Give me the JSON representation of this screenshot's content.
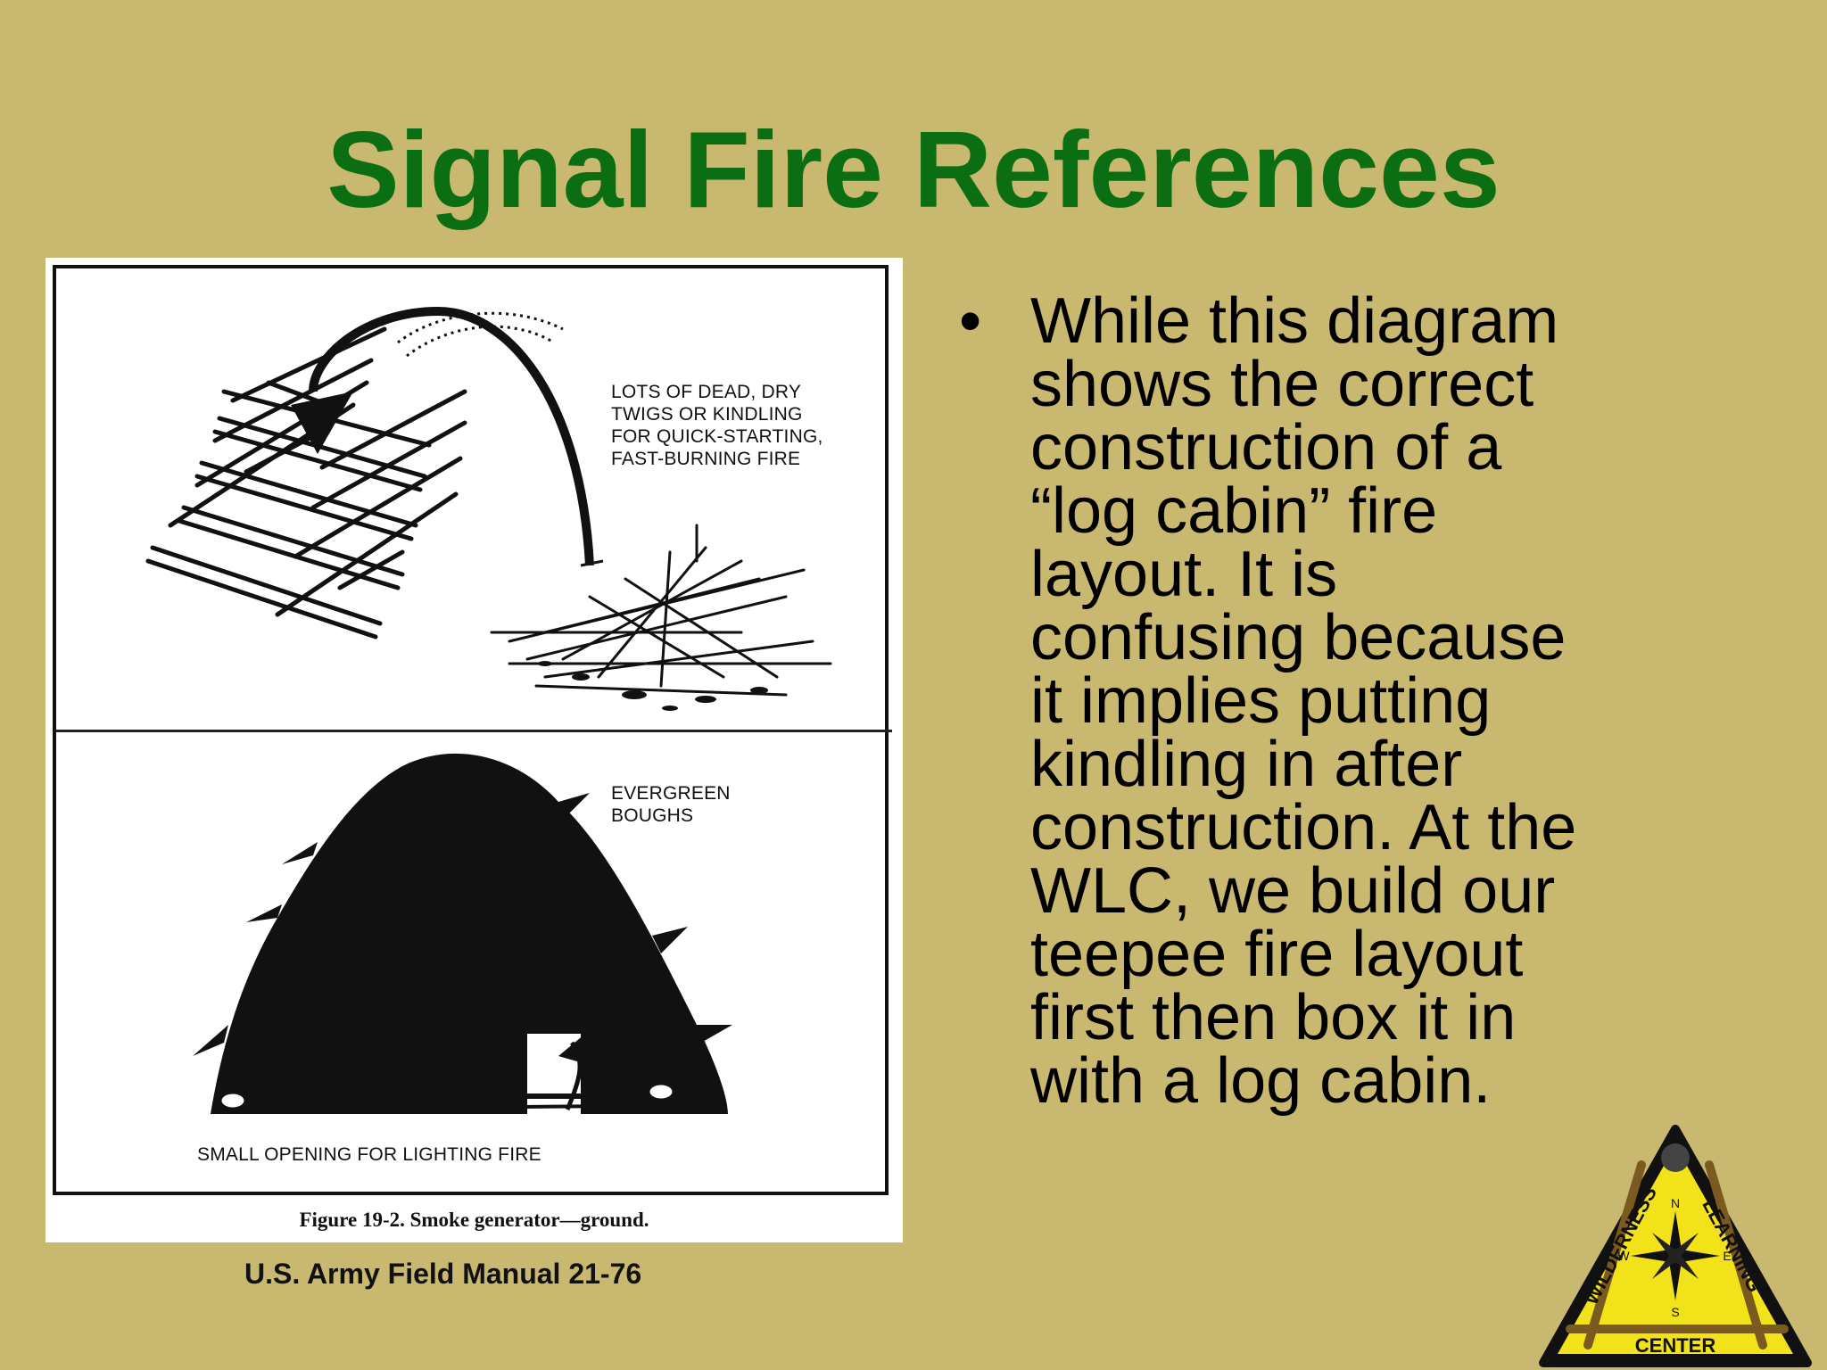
{
  "slide": {
    "title": "Signal Fire References",
    "figure": {
      "labels": {
        "kindling": [
          "LOTS OF DEAD, DRY",
          "TWIGS OR KINDLING",
          "FOR QUICK-STARTING,",
          "FAST-BURNING FIRE"
        ],
        "boughs": [
          "EVERGREEN",
          "BOUGHS"
        ],
        "opening": "SMALL OPENING FOR LIGHTING FIRE"
      },
      "caption": "Figure 19-2. Smoke generator—ground."
    },
    "source": "U.S. Army Field Manual 21-76",
    "bullet": {
      "marker": "•",
      "lines": [
        "While this diagram",
        "shows the correct",
        "construction of a",
        "“log cabin” fire",
        "layout. It is",
        "confusing because",
        "it implies putting",
        "kindling in after",
        "construction. At the",
        "WLC, we build our",
        "teepee fire layout",
        "first then box it in",
        "with a log cabin."
      ]
    },
    "logo": {
      "top_left": "WILDERNESS",
      "top_right": "LEARNING",
      "bottom": "CENTER",
      "compass": [
        "N",
        "E",
        "S",
        "W"
      ]
    },
    "colors": {
      "background": "#c9b970",
      "title": "#0c6e12",
      "logo_fill": "#f2e21a"
    }
  }
}
